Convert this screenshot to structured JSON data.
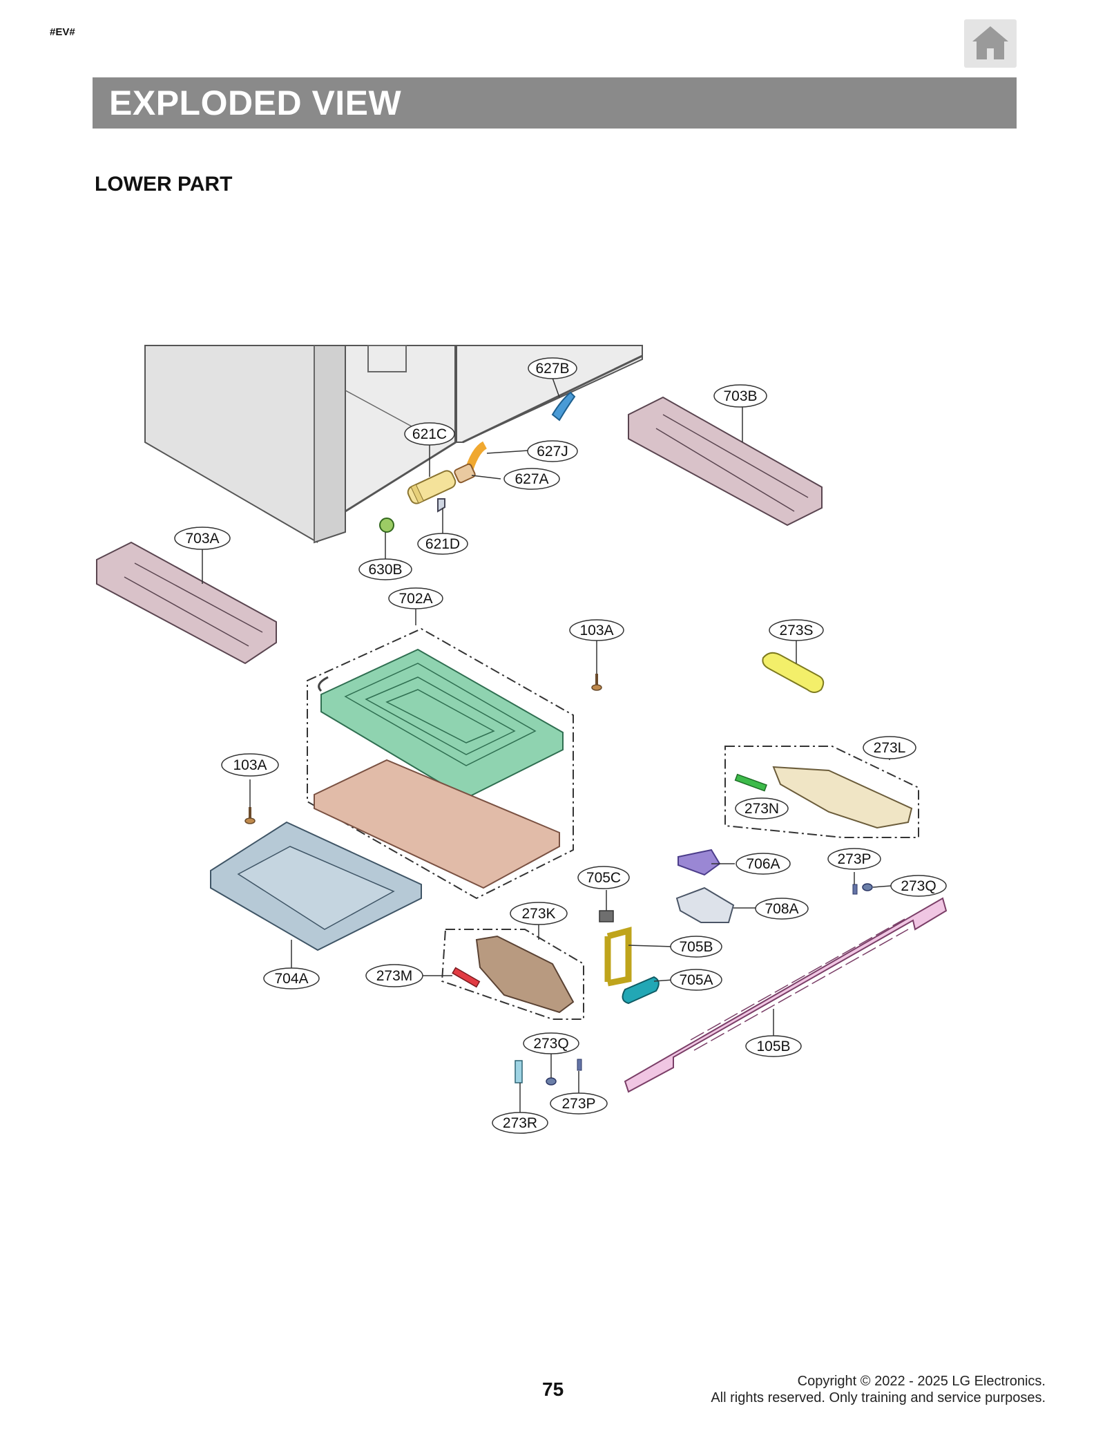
{
  "doc_tag": "#EV#",
  "banner_title": "EXPLODED VIEW",
  "section_title": "LOWER PART",
  "callouts": [
    {
      "id": "c627B",
      "label": "627B"
    },
    {
      "id": "c703B",
      "label": "703B"
    },
    {
      "id": "c621C",
      "label": "621C"
    },
    {
      "id": "c627J",
      "label": "627J"
    },
    {
      "id": "c627A",
      "label": "627A"
    },
    {
      "id": "c703A",
      "label": "703A"
    },
    {
      "id": "c621D",
      "label": "621D"
    },
    {
      "id": "c630B",
      "label": "630B"
    },
    {
      "id": "c702A",
      "label": "702A"
    },
    {
      "id": "c103A_r",
      "label": "103A"
    },
    {
      "id": "c273S",
      "label": "273S"
    },
    {
      "id": "c273L",
      "label": "273L"
    },
    {
      "id": "c103A_l",
      "label": "103A"
    },
    {
      "id": "c273N",
      "label": "273N"
    },
    {
      "id": "c706A",
      "label": "706A"
    },
    {
      "id": "c273P_r",
      "label": "273P"
    },
    {
      "id": "c273Q_r",
      "label": "273Q"
    },
    {
      "id": "c705C",
      "label": "705C"
    },
    {
      "id": "c708A",
      "label": "708A"
    },
    {
      "id": "c273K",
      "label": "273K"
    },
    {
      "id": "c705B",
      "label": "705B"
    },
    {
      "id": "c704A",
      "label": "704A"
    },
    {
      "id": "c273M",
      "label": "273M"
    },
    {
      "id": "c705A",
      "label": "705A"
    },
    {
      "id": "c273Q_b",
      "label": "273Q"
    },
    {
      "id": "c105B",
      "label": "105B"
    },
    {
      "id": "c273P_b",
      "label": "273P"
    },
    {
      "id": "c273R",
      "label": "273R"
    }
  ],
  "page_number": "75",
  "copyright": {
    "line1": "Copyright © 2022 - 2025 LG Electronics.",
    "line2": "All rights reserved. Only training and service purposes."
  }
}
